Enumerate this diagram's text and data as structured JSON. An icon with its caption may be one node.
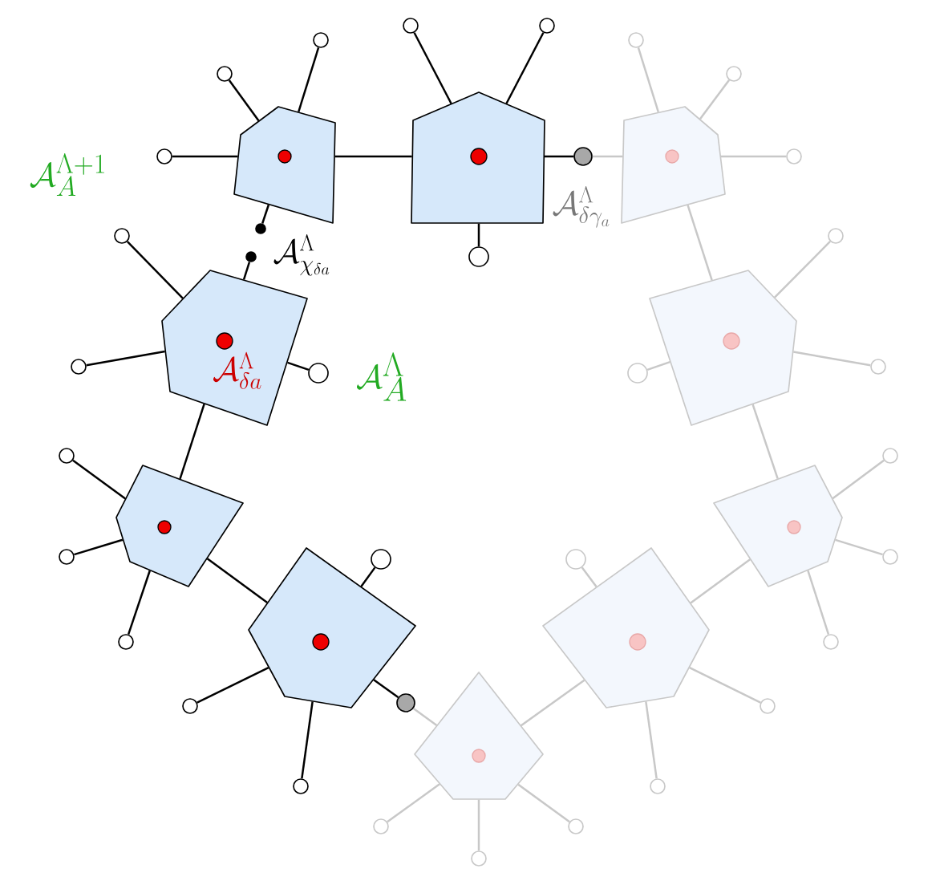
{
  "diagram": {
    "nodes": [
      {
        "text": [],
        "shape": "pentagon"
      },
      {
        "text": [],
        "shape": "pentagon"
      },
      {
        "text": [],
        "shape": "pentagon"
      },
      {
        "text": [],
        "shape": "pentagon"
      },
      {
        "text": [],
        "shape": "pentagon"
      },
      {
        "text": [],
        "shape": "pentagon"
      },
      {
        "text": [],
        "shape": "pentagon"
      },
      {
        "text": [],
        "shape": "pentagon"
      },
      {
        "text": [],
        "shape": "pentagon"
      },
      {
        "text": [],
        "shape": "pentagon"
      },
      {
        "text": [],
        "shape": "circle"
      },
      {
        "text": [],
        "shape": "circle"
      },
      {
        "text": [],
        "shape": "circle"
      },
      {
        "text": [],
        "shape": "circle"
      },
      {
        "text": [],
        "shape": "circle"
      },
      {
        "text": [],
        "shape": "circle"
      },
      {
        "text": [],
        "shape": "circle"
      },
      {
        "text": [],
        "shape": "circle"
      },
      {
        "text": [],
        "shape": "circle"
      },
      {
        "text": [],
        "shape": "circle"
      },
      {
        "text": [],
        "shape": "circle"
      },
      {
        "text": [],
        "shape": "circle"
      },
      {
        "text": [],
        "shape": "circle"
      },
      {
        "text": [],
        "shape": "circle"
      },
      {
        "text": [],
        "shape": "circle"
      },
      {
        "text": [],
        "shape": "circle"
      },
      {
        "text": [],
        "shape": "circle"
      },
      {
        "text": [],
        "shape": "circle"
      },
      {
        "text": [],
        "shape": "circle"
      },
      {
        "text": [],
        "shape": "circle"
      },
      {
        "text": [],
        "shape": "circle"
      },
      {
        "text": [],
        "shape": "circle"
      },
      {
        "text": [],
        "shape": "circle"
      },
      {
        "text": [],
        "shape": "circle"
      },
      {
        "text": [],
        "shape": "circle"
      },
      {
        "text": [],
        "shape": "circle"
      },
      {
        "text": [],
        "shape": "circle"
      },
      {
        "text": [],
        "shape": "circle"
      },
      {
        "text": [],
        "shape": "circle"
      },
      {
        "text": [],
        "shape": "circle"
      },
      {
        "text": [],
        "shape": "circle"
      },
      {
        "text": [],
        "shape": "circle"
      },
      {
        "text": [],
        "shape": "circle"
      },
      {
        "text": [],
        "shape": "circle"
      }
    ],
    "edges": [
      {
        "from": 0,
        "to": 1,
        "arrow": "none"
      },
      {
        "from": 2,
        "to": 3,
        "arrow": "none"
      },
      {
        "from": 3,
        "to": 4,
        "arrow": "none"
      },
      {
        "from": 0,
        "to": 10,
        "arrow": "none"
      },
      {
        "from": 0,
        "to": 11,
        "arrow": "none"
      },
      {
        "from": 0,
        "to": 12,
        "arrow": "none"
      },
      {
        "from": 0,
        "to": 13,
        "arrow": "none"
      },
      {
        "from": 2,
        "to": 14,
        "arrow": "none"
      },
      {
        "from": 1,
        "to": 15,
        "arrow": "none"
      },
      {
        "from": 1,
        "to": 16,
        "arrow": "none"
      },
      {
        "from": 1,
        "to": 17,
        "arrow": "none"
      },
      {
        "from": 1,
        "to": 18,
        "arrow": "none"
      },
      {
        "from": 2,
        "to": 19,
        "arrow": "none"
      },
      {
        "from": 2,
        "to": 20,
        "arrow": "none"
      },
      {
        "from": 2,
        "to": 21,
        "arrow": "none"
      },
      {
        "from": 3,
        "to": 22,
        "arrow": "none"
      },
      {
        "from": 3,
        "to": 23,
        "arrow": "none"
      },
      {
        "from": 3,
        "to": 24,
        "arrow": "none"
      },
      {
        "from": 4,
        "to": 25,
        "arrow": "none"
      },
      {
        "from": 4,
        "to": 26,
        "arrow": "none"
      },
      {
        "from": 4,
        "to": 27,
        "arrow": "none"
      },
      {
        "from": 4,
        "to": 28,
        "arrow": "none"
      },
      {
        "from": 18,
        "to": 6,
        "arrow": "none",
        "color": "#c8c8c8"
      },
      {
        "from": 28,
        "to": 5,
        "arrow": "none",
        "color": "#c8c8c8"
      },
      {
        "from": 6,
        "to": 8,
        "arrow": "none",
        "color": "#c8c8c8"
      },
      {
        "from": 8,
        "to": 9,
        "arrow": "none",
        "color": "#c8c8c8"
      },
      {
        "from": 9,
        "to": 7,
        "arrow": "none",
        "color": "#c8c8c8"
      },
      {
        "from": 7,
        "to": 5,
        "arrow": "none",
        "color": "#c8c8c8"
      },
      {
        "from": 5,
        "to": 29,
        "arrow": "none",
        "color": "#c8c8c8"
      },
      {
        "from": 5,
        "to": 30,
        "arrow": "none",
        "color": "#c8c8c8"
      },
      {
        "from": 5,
        "to": 31,
        "arrow": "none",
        "color": "#c8c8c8"
      },
      {
        "from": 6,
        "to": 32,
        "arrow": "none",
        "color": "#c8c8c8"
      },
      {
        "from": 6,
        "to": 33,
        "arrow": "none",
        "color": "#c8c8c8"
      },
      {
        "from": 6,
        "to": 34,
        "arrow": "none",
        "color": "#c8c8c8"
      },
      {
        "from": 8,
        "to": 35,
        "arrow": "none",
        "color": "#c8c8c8"
      },
      {
        "from": 8,
        "to": 36,
        "arrow": "none",
        "color": "#c8c8c8"
      },
      {
        "from": 8,
        "to": 37,
        "arrow": "none",
        "color": "#c8c8c8"
      },
      {
        "from": 9,
        "to": 38,
        "arrow": "none",
        "color": "#c8c8c8"
      },
      {
        "from": 9,
        "to": 39,
        "arrow": "none",
        "color": "#c8c8c8"
      },
      {
        "from": 9,
        "to": 40,
        "arrow": "none",
        "color": "#c8c8c8"
      },
      {
        "from": 7,
        "to": 41,
        "arrow": "none",
        "color": "#c8c8c8"
      },
      {
        "from": 7,
        "to": 42,
        "arrow": "none",
        "color": "#c8c8c8"
      },
      {
        "from": 7,
        "to": 43,
        "arrow": "none",
        "color": "#c8c8c8"
      }
    ],
    "labels": [
      "\\mathcal{A}_{A}^{\\Lambda+1}",
      "\\mathcal{A}_{\\chi_{\\delta a}}^{\\Lambda}",
      "\\mathcal{A}_{\\delta a}^{\\Lambda}",
      "\\mathcal{A}_{A}^{\\Lambda}",
      "\\mathcal{A}_{\\delta\\gamma_a}^{\\Lambda}"
    ]
  }
}
